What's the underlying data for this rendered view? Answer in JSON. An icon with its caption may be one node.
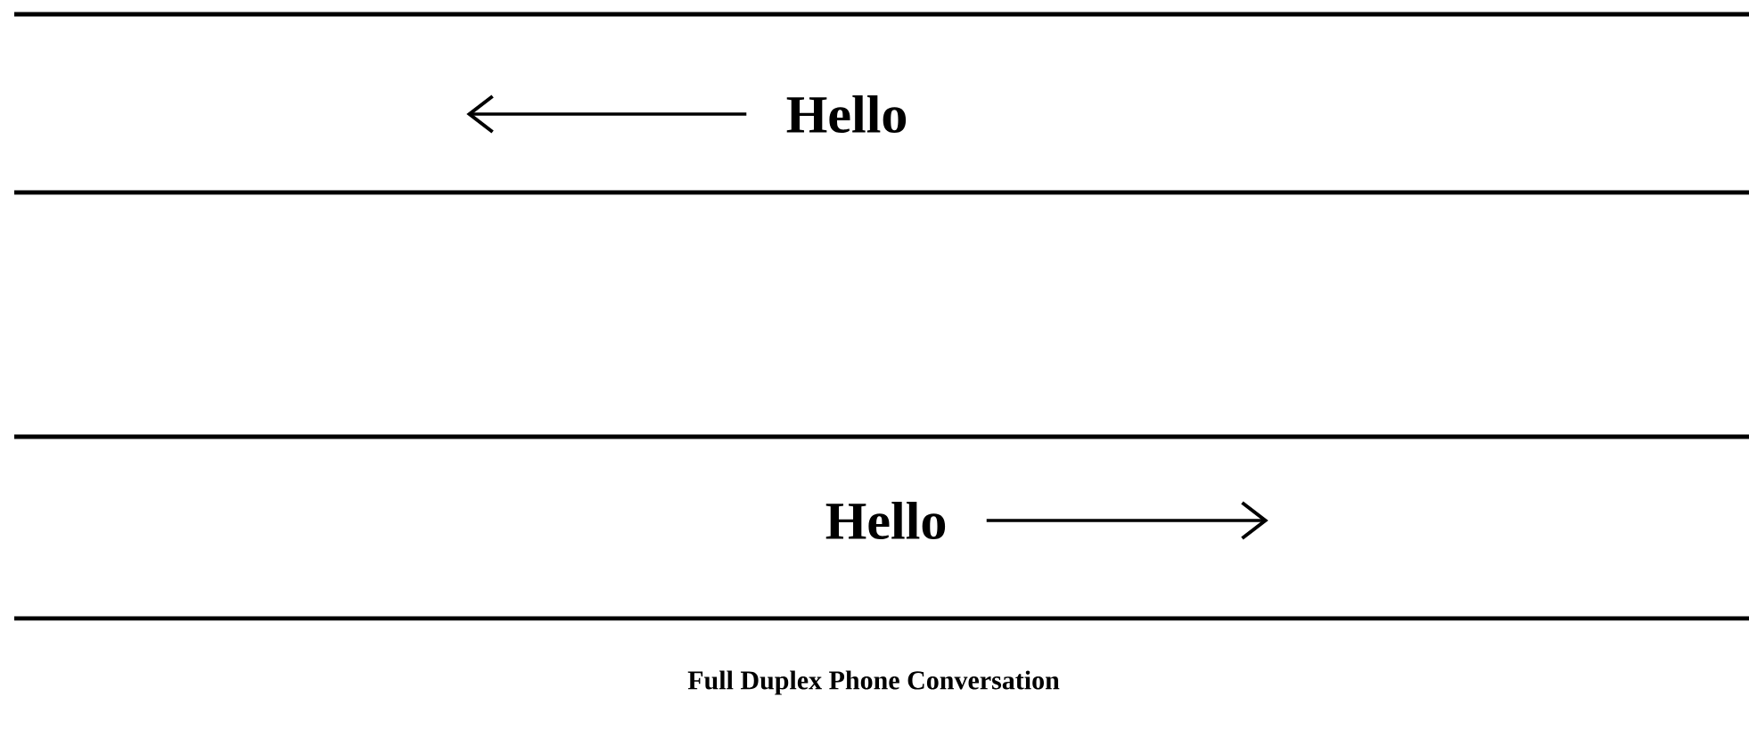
{
  "diagram": {
    "caption": "Full Duplex Phone Conversation",
    "nodes": [
      {
        "text": [
          "Hello"
        ]
      },
      {
        "text": [
          "Hello"
        ]
      }
    ],
    "edges": [
      {
        "from": 0,
        "to": null,
        "arrow": "to"
      },
      {
        "from": 1,
        "to": null,
        "arrow": "to"
      }
    ]
  }
}
